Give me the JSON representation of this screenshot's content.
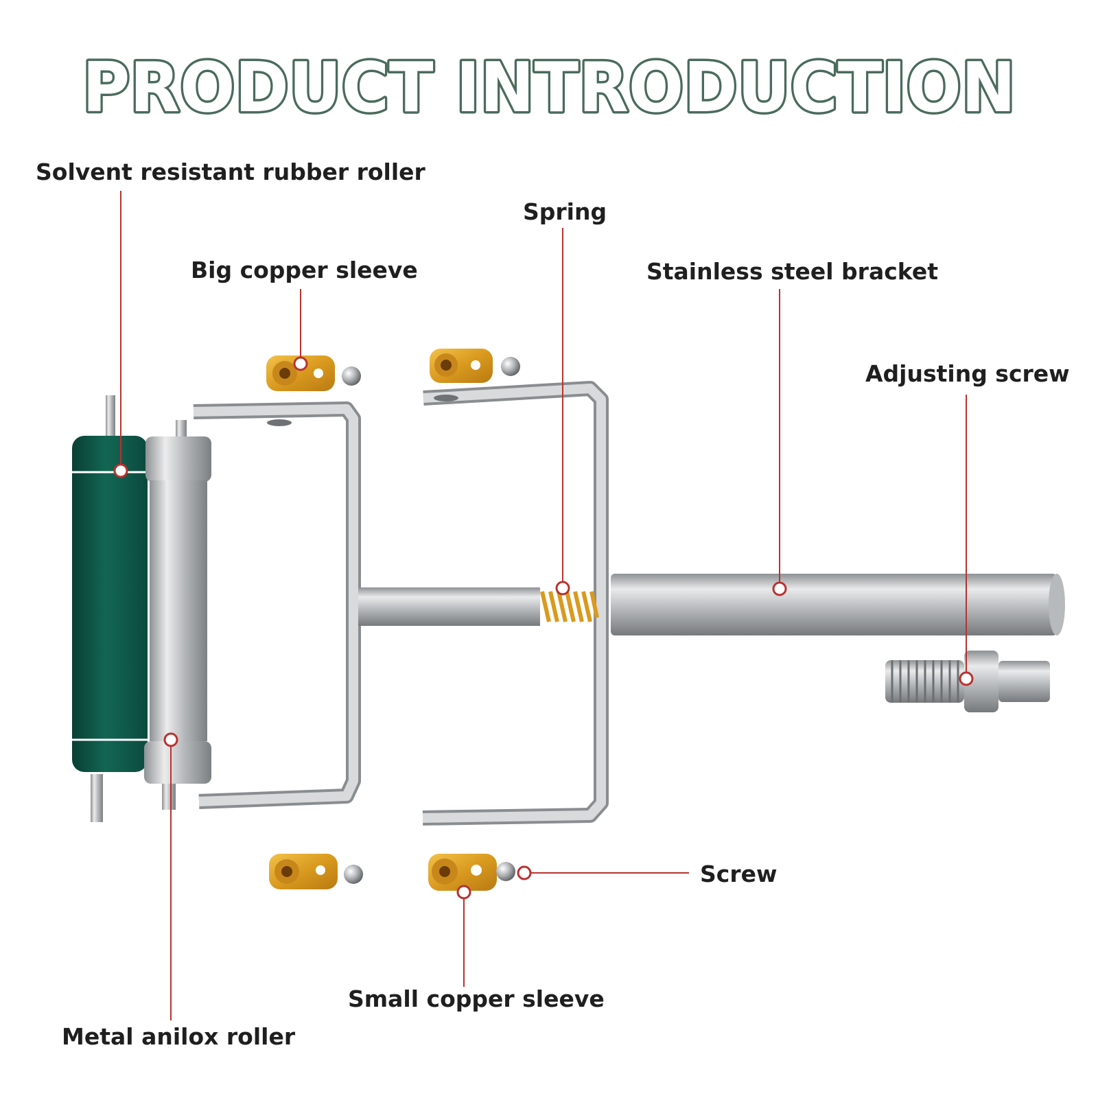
{
  "title": "PRODUCT INTRODUCTION",
  "colors": {
    "title_fill": "#ffffff",
    "title_outline": "#4a6b5c",
    "leader_line": "#b8322f",
    "rubber": "#0f5a4b",
    "steel": "#c2c4c6",
    "copper": "#d9a023"
  },
  "labels": {
    "rubber_roller": "Solvent resistant rubber roller",
    "big_copper_sleeve": "Big copper sleeve",
    "spring": "Spring",
    "bracket": "Stainless steel bracket",
    "adjusting_screw": "Adjusting screw",
    "screw": "Screw",
    "small_copper_sleeve": "Small copper sleeve",
    "anilox_roller": "Metal anilox roller"
  }
}
